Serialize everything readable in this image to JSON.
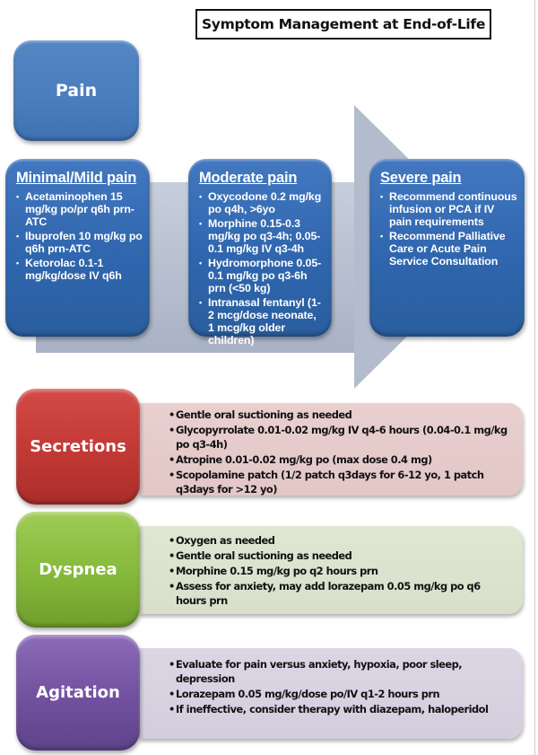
{
  "title": "Symptom Management at End-of-Life",
  "colors": {
    "pain_blue": "#3a6fb5",
    "arrow_gray": "#b3bccd",
    "secretions_red": "#c23834",
    "secretions_panel": "#e6cbcb",
    "dyspnea_green": "#85b83a",
    "dyspnea_panel": "#dbe3ce",
    "agitation_purple": "#71519f",
    "agitation_panel": "#d7d1e0"
  },
  "pain": {
    "label": "Pain",
    "stages": [
      {
        "title": "Minimal/Mild pain",
        "items": [
          "Acetaminophen 15 mg/kg po/pr q6h prn-ATC",
          "Ibuprofen 10 mg/kg po q6h prn-ATC",
          "Ketorolac 0.1-1 mg/kg/dose  IV q6h"
        ]
      },
      {
        "title": "Moderate pain",
        "items": [
          "Oxycodone 0.2 mg/kg po q4h, >6yo",
          "Morphine 0.15-0.3 mg/kg po q3-4h; 0.05-0.1 mg/kg IV q3-4h",
          "Hydromorphone 0.05-0.1 mg/kg po q3-6h prn (<50 kg)",
          "Intranasal fentanyl (1-2 mcg/dose neonate, 1 mcg/kg older children)"
        ]
      },
      {
        "title": "Severe pain",
        "items": [
          "Recommend continuous  infusion or PCA if IV pain requirements",
          "Recommend Palliative Care or Acute Pain Service Consultation"
        ]
      }
    ]
  },
  "symptoms": [
    {
      "label": "Secretions",
      "items": [
        "Gentle oral suctioning as needed",
        "Glycopyrrolate 0.01-0.02 mg/kg IV q4-6 hours (0.04-0.1 mg/kg po q3-4h)",
        "Atropine 0.01-0.02 mg/kg po (max dose 0.4 mg)",
        "Scopolamine patch (1/2 patch  q3days for 6-12 yo, 1 patch q3days for >12 yo)"
      ]
    },
    {
      "label": "Dyspnea",
      "items": [
        "Oxygen as needed",
        "Gentle oral suctioning as needed",
        "Morphine 0.15 mg/kg po q2 hours prn",
        "Assess for anxiety, may add lorazepam 0.05 mg/kg po q6 hours prn"
      ]
    },
    {
      "label": "Agitation",
      "items": [
        "Evaluate for pain versus anxiety, hypoxia, poor sleep, depression",
        "Lorazepam 0.05 mg/kg/dose po/IV q1-2 hours prn",
        "If ineffective, consider therapy with diazepam, haloperidol"
      ]
    }
  ]
}
